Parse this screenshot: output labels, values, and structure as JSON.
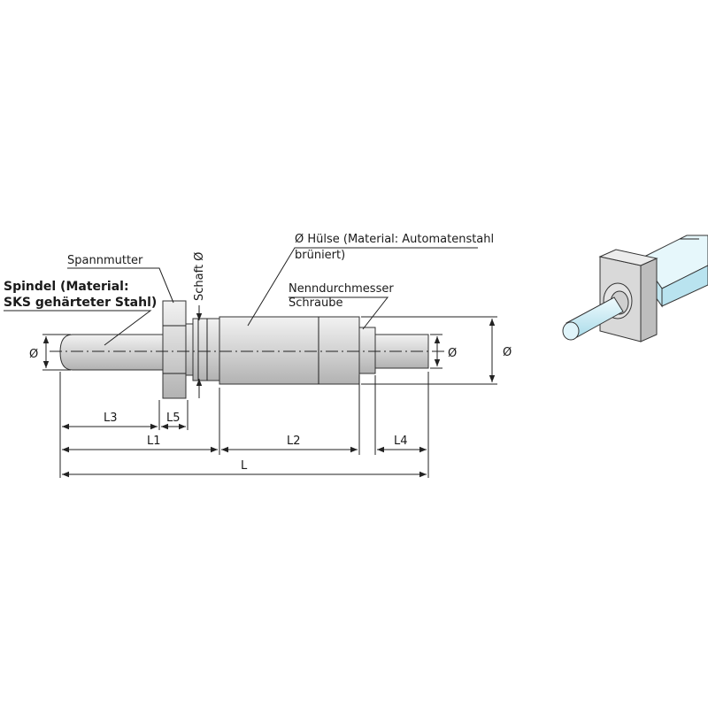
{
  "labels": {
    "spindel_line1": "Spindel (Material:",
    "spindel_line2": "SKS gehärteter Stahl)",
    "spannmutter": "Spannmutter",
    "schaft": "Schaft Ø",
    "huelse_line1": "Ø Hülse (Material: Automatenstahl",
    "huelse_line2": "brüniert)",
    "nenn_line1": "Nenndurchmesser",
    "nenn_line2": "Schraube"
  },
  "dimensions": {
    "dia_left": "Ø",
    "dia_right_small": "Ø",
    "dia_right_large": "Ø",
    "l3": "L3",
    "l5": "L5",
    "l1": "L1",
    "l2": "L2",
    "l4": "L4",
    "l": "L"
  },
  "colors": {
    "metal_light": "#eeeeee",
    "metal_mid": "#cfcfcf",
    "metal_dark": "#a8a8a8",
    "iso_blue_light": "#e4f6fb",
    "iso_blue": "#b9e3ef",
    "iso_gray": "#d4d4d4"
  }
}
